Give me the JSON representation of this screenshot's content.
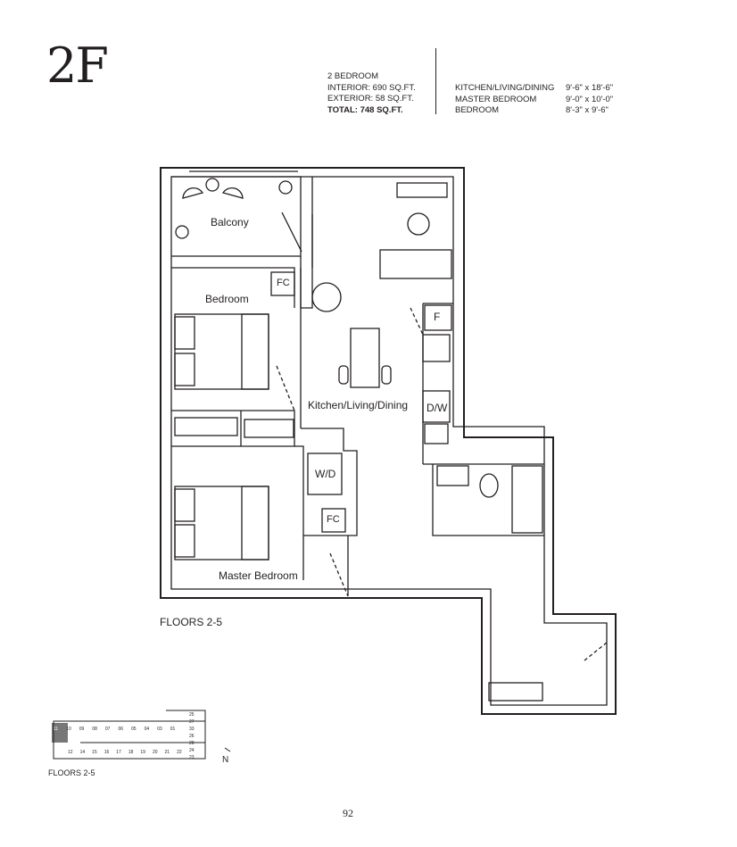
{
  "unit": "2F",
  "summary": {
    "type": "2 BEDROOM",
    "interior": "INTERIOR: 690 SQ.FT.",
    "exterior": "EXTERIOR: 58 SQ.FT.",
    "total": "TOTAL: 748 SQ.FT."
  },
  "dimensions": [
    {
      "room": "KITCHEN/LIVING/DINING",
      "size": "9'-6\" x 18'-6\""
    },
    {
      "room": "MASTER BEDROOM",
      "size": "9'-0\" x 10'-0\""
    },
    {
      "room": "BEDROOM",
      "size": "8'-3\" x 9'-6\""
    }
  ],
  "rooms": {
    "balcony": "Balcony",
    "bedroom": "Bedroom",
    "fc1": "FC",
    "fc2": "FC",
    "kld": "Kitchen/Living/Dining",
    "fridge": "F",
    "dw": "D/W",
    "wd": "W/D",
    "master": "Master Bedroom"
  },
  "floors_label": "FLOORS 2-5",
  "keyplan": {
    "floors_label": "FLOORS 2-5",
    "north": "N",
    "highlighted": "11",
    "units_top": [
      "11",
      "10",
      "09",
      "08",
      "07",
      "06",
      "05",
      "04",
      "03",
      "01"
    ],
    "units_bottom": [
      "12",
      "14",
      "15",
      "16",
      "17",
      "18",
      "19",
      "20",
      "21",
      "22"
    ],
    "units_right": [
      "25",
      "27",
      "33",
      "26",
      "28",
      "24",
      "23"
    ]
  },
  "page_number": "92"
}
